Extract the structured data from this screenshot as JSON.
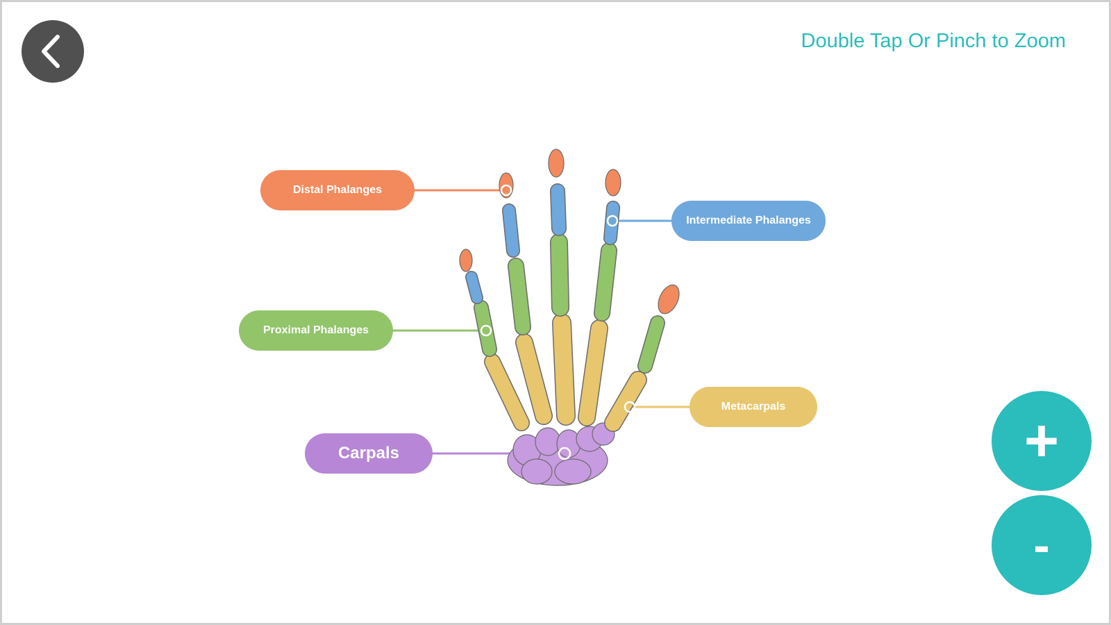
{
  "header": {
    "back_icon": "chevron-left-icon",
    "hint": "Double Tap Or Pinch to Zoom"
  },
  "labels": {
    "distal": "Distal Phalanges",
    "intermediate": "Intermediate Phalanges",
    "proximal": "Proximal Phalanges",
    "metacarpals": "Metacarpals",
    "carpals": "Carpals"
  },
  "zoom": {
    "in_label": "+",
    "out_label": "-"
  },
  "colors": {
    "accent": "#2bbcbc",
    "distal": "#f28a5d",
    "intermediate": "#6fa8dc",
    "proximal": "#92c46a",
    "metacarpals": "#e8c66e",
    "carpals": "#b786d6",
    "back_button": "#505050"
  }
}
